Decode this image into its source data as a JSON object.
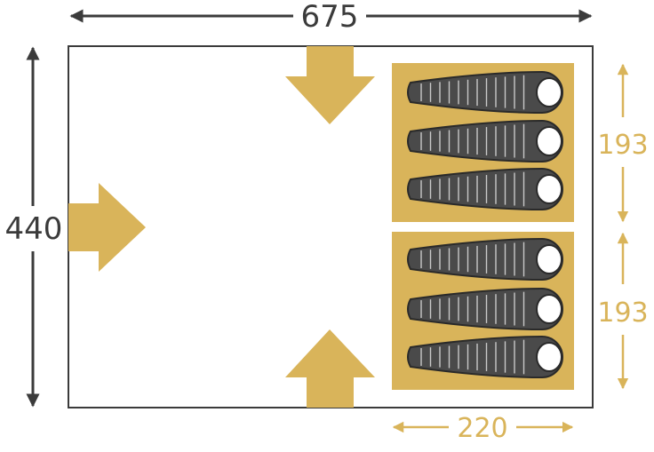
{
  "floorplan": {
    "width_label": "675",
    "depth_label": "440",
    "bedroom_top_label": "193",
    "bedroom_bottom_label": "193",
    "bedroom_width_label": "220",
    "colors": {
      "outline": "#3b3b3b",
      "accent": "#d9b45a",
      "bag": "#4a4a4a",
      "dimension_text": "#3b3b3b"
    },
    "entrances": [
      {
        "name": "entrance-top-arrow",
        "direction": "down"
      },
      {
        "name": "entrance-left-arrow",
        "direction": "right"
      },
      {
        "name": "entrance-bottom-arrow",
        "direction": "up"
      }
    ],
    "bedrooms": [
      {
        "name": "bedroom-top",
        "sleeping_bags": 3
      },
      {
        "name": "bedroom-bottom",
        "sleeping_bags": 3
      }
    ]
  }
}
